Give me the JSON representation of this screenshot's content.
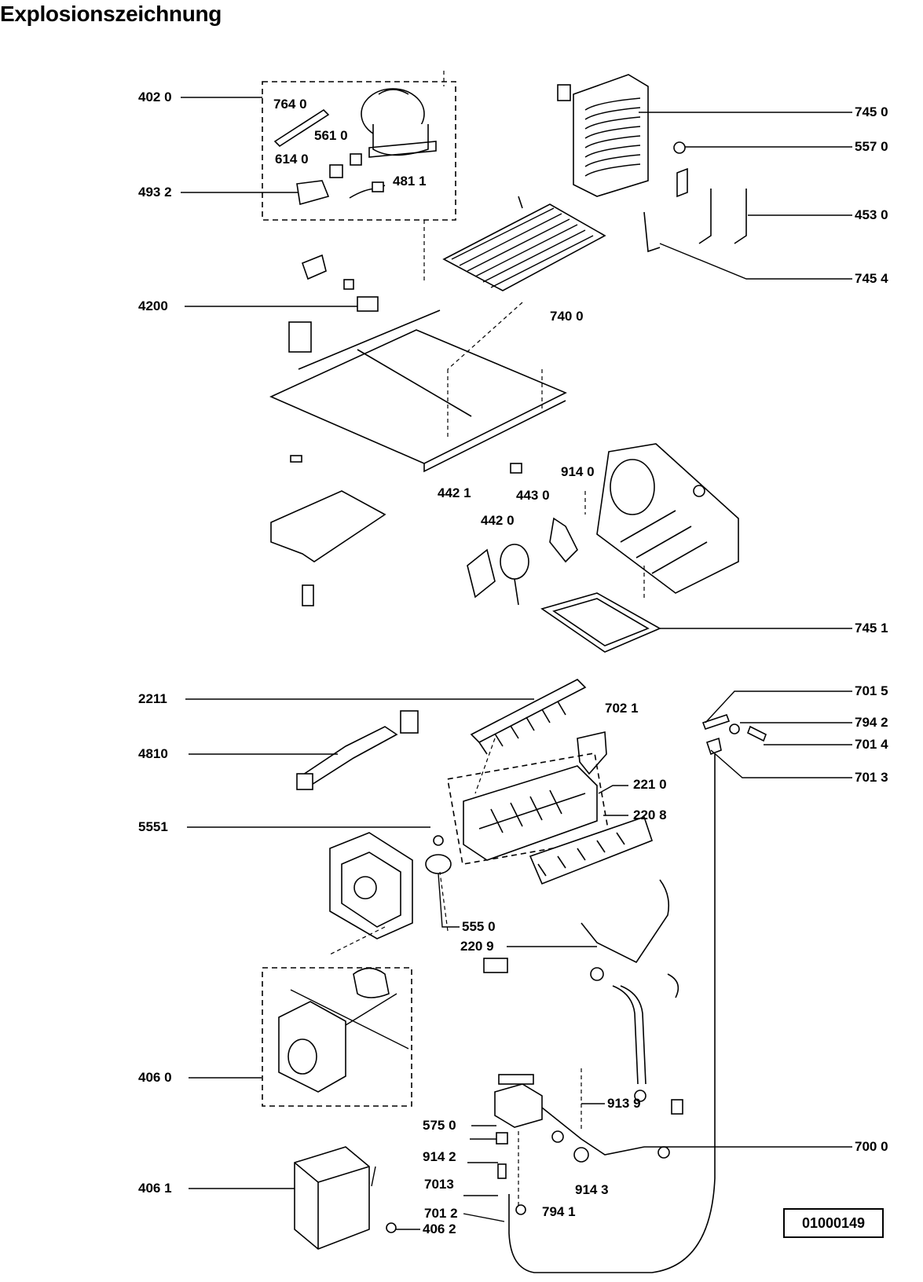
{
  "title": "Explosionszeichnung",
  "reference_number": "01000149",
  "labels": [
    {
      "id": "4020",
      "text": "402 0"
    },
    {
      "id": "7640",
      "text": "764 0"
    },
    {
      "id": "5610",
      "text": "561 0"
    },
    {
      "id": "6140",
      "text": "614 0"
    },
    {
      "id": "4811",
      "text": "481 1"
    },
    {
      "id": "4932",
      "text": "493 2"
    },
    {
      "id": "4200",
      "text": "4200"
    },
    {
      "id": "7400",
      "text": "740 0"
    },
    {
      "id": "7450",
      "text": "745 0"
    },
    {
      "id": "5570",
      "text": "557 0"
    },
    {
      "id": "4530",
      "text": "453 0"
    },
    {
      "id": "7454",
      "text": "745 4"
    },
    {
      "id": "4421",
      "text": "442 1"
    },
    {
      "id": "9140",
      "text": "914 0"
    },
    {
      "id": "4430",
      "text": "443 0"
    },
    {
      "id": "4420",
      "text": "442 0"
    },
    {
      "id": "7451",
      "text": "745 1"
    },
    {
      "id": "2211",
      "text": "2211"
    },
    {
      "id": "4810",
      "text": "4810"
    },
    {
      "id": "7021",
      "text": "702 1"
    },
    {
      "id": "7015",
      "text": "701 5"
    },
    {
      "id": "7942",
      "text": "794 2"
    },
    {
      "id": "7014",
      "text": "701 4"
    },
    {
      "id": "7013a",
      "text": "701 3"
    },
    {
      "id": "2210",
      "text": "221 0"
    },
    {
      "id": "2208",
      "text": "220 8"
    },
    {
      "id": "5551",
      "text": "5551"
    },
    {
      "id": "5550",
      "text": "555 0"
    },
    {
      "id": "2209",
      "text": "220 9"
    },
    {
      "id": "4060",
      "text": "406 0"
    },
    {
      "id": "9139",
      "text": "913 9"
    },
    {
      "id": "5750",
      "text": "575 0"
    },
    {
      "id": "9142",
      "text": "914 2"
    },
    {
      "id": "7000",
      "text": "700 0"
    },
    {
      "id": "4061",
      "text": "406 1"
    },
    {
      "id": "7013b",
      "text": "7013"
    },
    {
      "id": "9143",
      "text": "914 3"
    },
    {
      "id": "7012",
      "text": "701 2"
    },
    {
      "id": "7941",
      "text": "794 1"
    },
    {
      "id": "4062",
      "text": "406 2"
    }
  ]
}
